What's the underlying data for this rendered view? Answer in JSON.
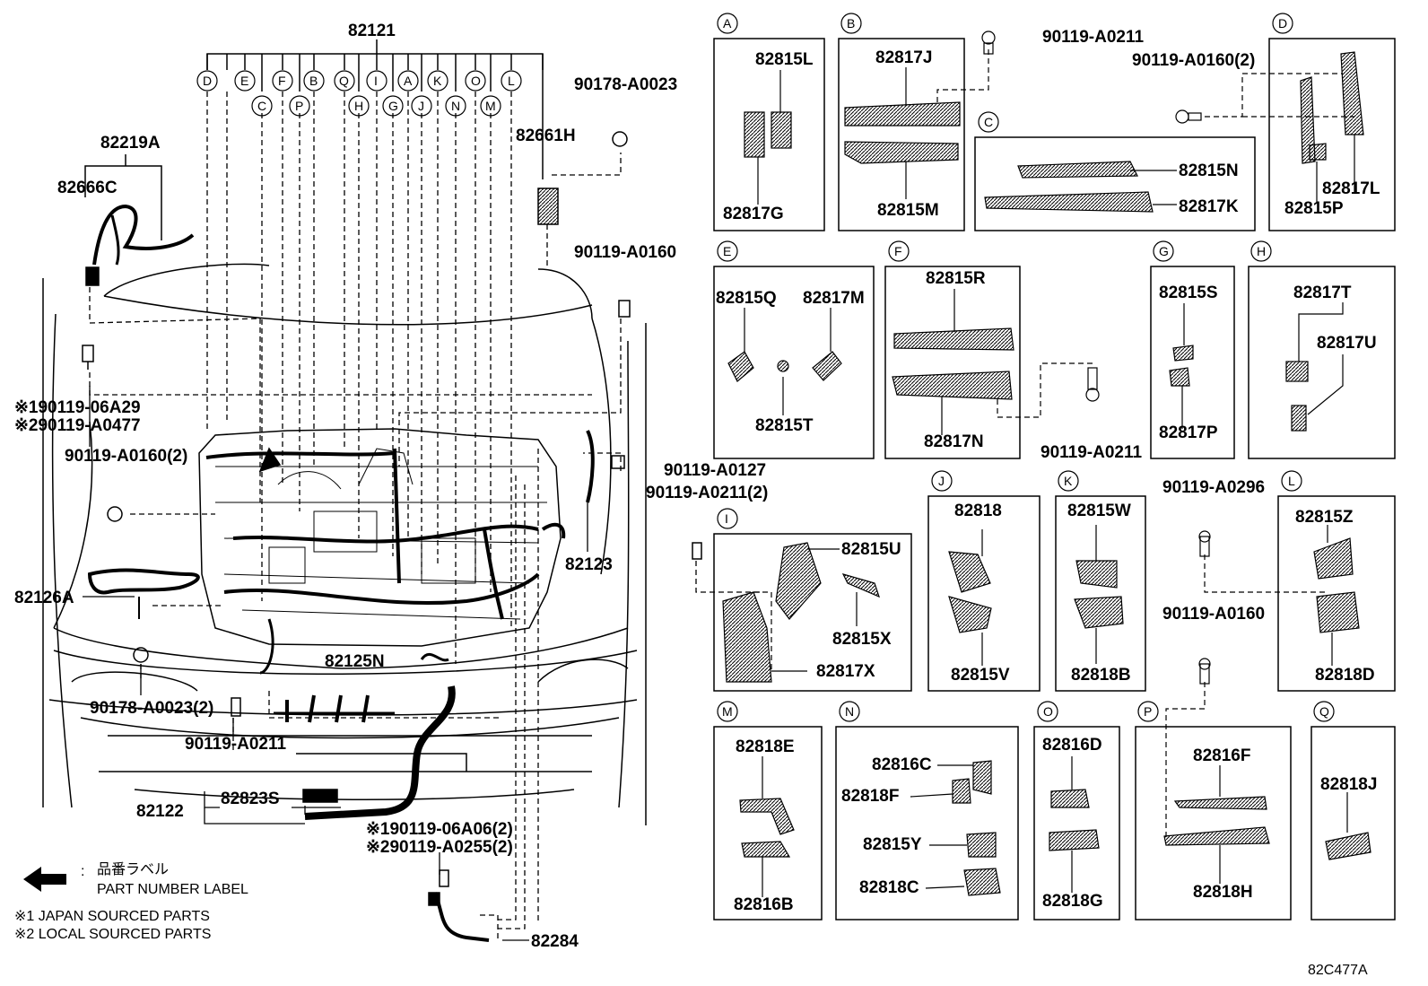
{
  "diagram_code": "82C477A",
  "main": {
    "top_part": "82121",
    "letters_top": [
      "D",
      "E",
      "F",
      "B",
      "Q",
      "I",
      "A",
      "K",
      "O",
      "L"
    ],
    "letters_bottom": [
      "C",
      "P",
      "H",
      "G",
      "J",
      "N",
      "M"
    ],
    "parts": {
      "p82219A": "82219A",
      "p82666C": "82666C",
      "p82661H": "82661H",
      "p90178_A0023": "90178-A0023",
      "p90119_A0160": "90119-A0160",
      "j1": "※190119-06A29",
      "j2": "※290119-A0477",
      "p90119_A0160_2": "90119-A0160(2)",
      "p90119_A0127": "90119-A0127",
      "p90119_A0211_2": "90119-A0211(2)",
      "p82123": "82123",
      "p82126A": "82126A",
      "p82125N": "82125N",
      "p90178_A0023_2": "90178-A0023(2)",
      "p90119_A0211": "90119-A0211",
      "p82823S": "82823S",
      "p82122": "82122",
      "j3": "※190119-06A06(2)",
      "j4": "※290119-A0255(2)",
      "p82284": "82284"
    }
  },
  "legend": {
    "label_jp": "品番ラベル",
    "colon": ":",
    "label_en": "PART NUMBER LABEL",
    "note1": "※1 JAPAN SOURCED PARTS",
    "note2": "※2 LOCAL SOURCED PARTS"
  },
  "panels": {
    "A": {
      "letter": "A",
      "parts": [
        "82815L",
        "82817G"
      ]
    },
    "B": {
      "letter": "B",
      "parts": [
        "82817J",
        "82815M"
      ]
    },
    "B_bolt": "90119-A0211",
    "C": {
      "letter": "C",
      "parts": [
        "82815N",
        "82817K"
      ]
    },
    "D": {
      "letter": "D",
      "parts": [
        "82817L",
        "82815P"
      ]
    },
    "D_bolt": "90119-A0160(2)",
    "E": {
      "letter": "E",
      "parts": [
        "82815Q",
        "82817M",
        "82815T"
      ]
    },
    "F": {
      "letter": "F",
      "parts": [
        "82815R",
        "82817N"
      ]
    },
    "F_bolt": "90119-A0211",
    "G": {
      "letter": "G",
      "parts": [
        "82815S",
        "82817P"
      ]
    },
    "H": {
      "letter": "H",
      "parts": [
        "82817T",
        "82817U"
      ]
    },
    "I": {
      "letter": "I",
      "parts": [
        "82815U",
        "82815X",
        "82817X"
      ]
    },
    "J": {
      "letter": "J",
      "parts": [
        "82818",
        "82815V"
      ]
    },
    "K": {
      "letter": "K",
      "parts": [
        "82815W",
        "82818B"
      ]
    },
    "L": {
      "letter": "L",
      "parts": [
        "82815Z",
        "82818D"
      ]
    },
    "L_bolt1": "90119-A0296",
    "L_bolt2": "90119-A0160",
    "M": {
      "letter": "M",
      "parts": [
        "82818E",
        "82816B"
      ]
    },
    "N": {
      "letter": "N",
      "parts": [
        "82816C",
        "82818F",
        "82815Y",
        "82818C"
      ]
    },
    "O": {
      "letter": "O",
      "parts": [
        "82816D",
        "82818G"
      ]
    },
    "P": {
      "letter": "P",
      "parts": [
        "82816F",
        "82818H"
      ]
    },
    "Q": {
      "letter": "Q",
      "parts": [
        "82818J"
      ]
    }
  }
}
